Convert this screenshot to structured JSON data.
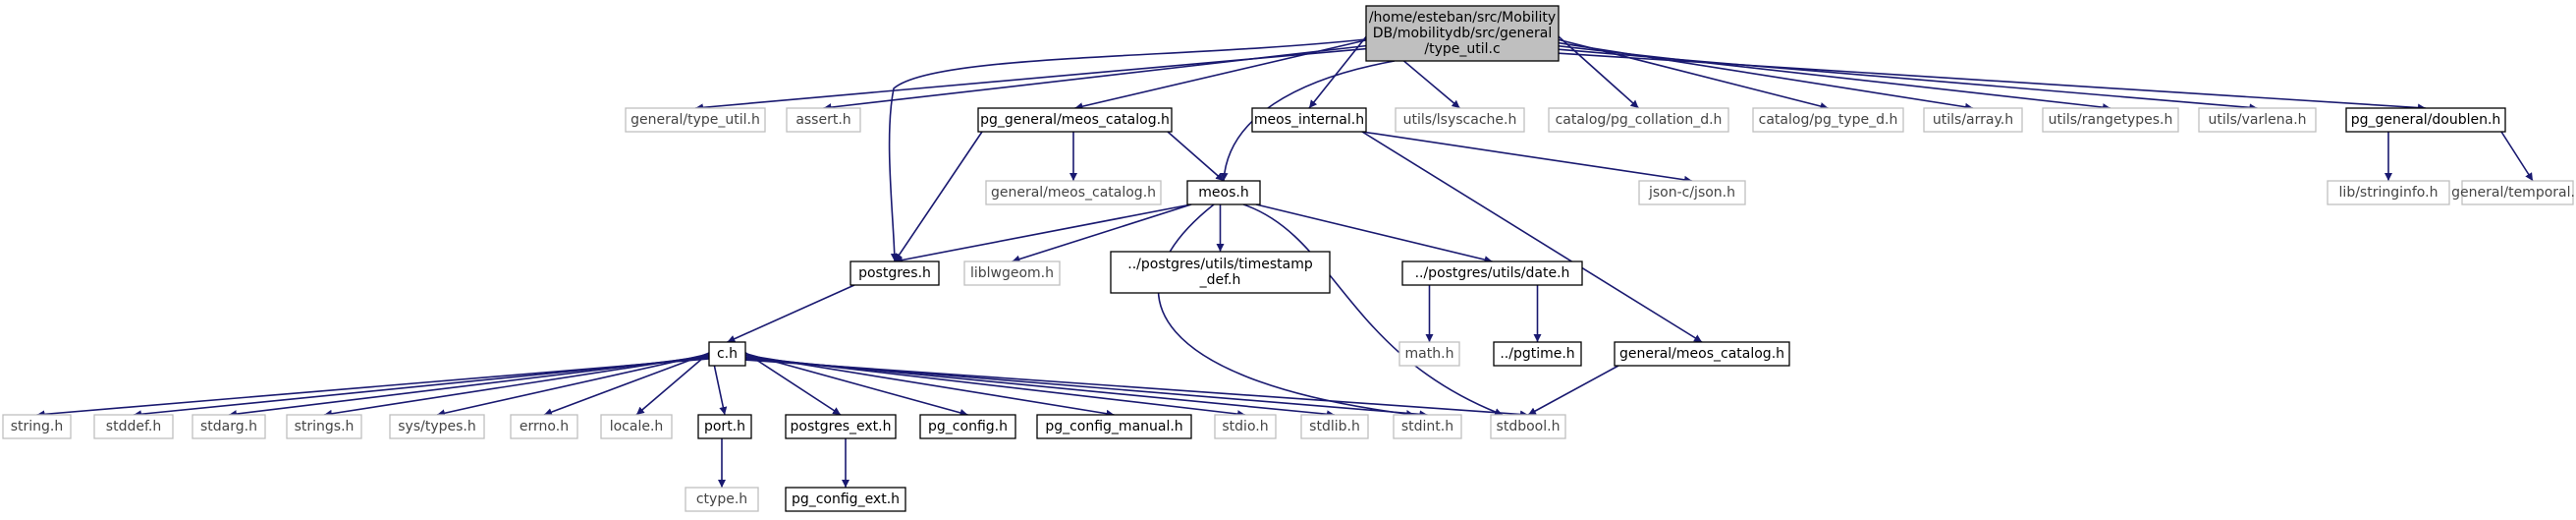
{
  "colors": {
    "edge": "#191970",
    "root_fill": "#bfbfbf",
    "root_border": "#000000",
    "file_border": "#000000",
    "external_border": "#bfbfbf",
    "node_fill": "#ffffff"
  },
  "graph": {
    "nodes": [
      {
        "id": "root",
        "lines": [
          "/home/esteban/src/Mobility",
          "DB/mobilitydb/src/general",
          "/type_util.c"
        ],
        "kind": "root"
      },
      {
        "id": "general_type_util_h",
        "lines": [
          "general/type_util.h"
        ],
        "kind": "external"
      },
      {
        "id": "assert_h",
        "lines": [
          "assert.h"
        ],
        "kind": "external"
      },
      {
        "id": "pg_general_meos_catalog_h",
        "lines": [
          "pg_general/meos_catalog.h"
        ],
        "kind": "file"
      },
      {
        "id": "meos_internal_h",
        "lines": [
          "meos_internal.h"
        ],
        "kind": "file"
      },
      {
        "id": "utils_lsyscache_h",
        "lines": [
          "utils/lsyscache.h"
        ],
        "kind": "external"
      },
      {
        "id": "catalog_pg_collation_d_h",
        "lines": [
          "catalog/pg_collation_d.h"
        ],
        "kind": "external"
      },
      {
        "id": "catalog_pg_type_d_h",
        "lines": [
          "catalog/pg_type_d.h"
        ],
        "kind": "external"
      },
      {
        "id": "utils_array_h",
        "lines": [
          "utils/array.h"
        ],
        "kind": "external"
      },
      {
        "id": "utils_rangetypes_h",
        "lines": [
          "utils/rangetypes.h"
        ],
        "kind": "external"
      },
      {
        "id": "utils_varlena_h",
        "lines": [
          "utils/varlena.h"
        ],
        "kind": "external"
      },
      {
        "id": "pg_general_doublen_h",
        "lines": [
          "pg_general/doublen.h"
        ],
        "kind": "file"
      },
      {
        "id": "general_meos_catalog_h_ext",
        "lines": [
          "general/meos_catalog.h"
        ],
        "kind": "external"
      },
      {
        "id": "meos_h",
        "lines": [
          "meos.h"
        ],
        "kind": "file"
      },
      {
        "id": "json_c_json_h",
        "lines": [
          "json-c/json.h"
        ],
        "kind": "external"
      },
      {
        "id": "lib_stringinfo_h",
        "lines": [
          "lib/stringinfo.h"
        ],
        "kind": "external"
      },
      {
        "id": "general_temporal_h",
        "lines": [
          "general/temporal.h"
        ],
        "kind": "external"
      },
      {
        "id": "postgres_h",
        "lines": [
          "postgres.h"
        ],
        "kind": "file"
      },
      {
        "id": "liblwgeom_h",
        "lines": [
          "liblwgeom.h"
        ],
        "kind": "external"
      },
      {
        "id": "postgres_utils_timestamp_def_h",
        "lines": [
          "../postgres/utils/timestamp",
          "_def.h"
        ],
        "kind": "file"
      },
      {
        "id": "postgres_utils_date_h",
        "lines": [
          "../postgres/utils/date.h"
        ],
        "kind": "file"
      },
      {
        "id": "math_h",
        "lines": [
          "math.h"
        ],
        "kind": "external"
      },
      {
        "id": "pgtime_h",
        "lines": [
          "../pgtime.h"
        ],
        "kind": "file"
      },
      {
        "id": "general_meos_catalog_h",
        "lines": [
          "general/meos_catalog.h"
        ],
        "kind": "file"
      },
      {
        "id": "c_h",
        "lines": [
          "c.h"
        ],
        "kind": "file"
      },
      {
        "id": "string_h",
        "lines": [
          "string.h"
        ],
        "kind": "external"
      },
      {
        "id": "stddef_h",
        "lines": [
          "stddef.h"
        ],
        "kind": "external"
      },
      {
        "id": "stdarg_h",
        "lines": [
          "stdarg.h"
        ],
        "kind": "external"
      },
      {
        "id": "strings_h",
        "lines": [
          "strings.h"
        ],
        "kind": "external"
      },
      {
        "id": "sys_types_h",
        "lines": [
          "sys/types.h"
        ],
        "kind": "external"
      },
      {
        "id": "errno_h",
        "lines": [
          "errno.h"
        ],
        "kind": "external"
      },
      {
        "id": "locale_h",
        "lines": [
          "locale.h"
        ],
        "kind": "external"
      },
      {
        "id": "port_h",
        "lines": [
          "port.h"
        ],
        "kind": "file"
      },
      {
        "id": "postgres_ext_h",
        "lines": [
          "postgres_ext.h"
        ],
        "kind": "file"
      },
      {
        "id": "pg_config_h",
        "lines": [
          "pg_config.h"
        ],
        "kind": "file"
      },
      {
        "id": "pg_config_manual_h",
        "lines": [
          "pg_config_manual.h"
        ],
        "kind": "file"
      },
      {
        "id": "stdio_h",
        "lines": [
          "stdio.h"
        ],
        "kind": "external"
      },
      {
        "id": "stdlib_h",
        "lines": [
          "stdlib.h"
        ],
        "kind": "external"
      },
      {
        "id": "stdint_h",
        "lines": [
          "stdint.h"
        ],
        "kind": "external"
      },
      {
        "id": "stdbool_h",
        "lines": [
          "stdbool.h"
        ],
        "kind": "external"
      },
      {
        "id": "ctype_h",
        "lines": [
          "ctype.h"
        ],
        "kind": "external"
      },
      {
        "id": "pg_config_ext_h",
        "lines": [
          "pg_config_ext.h"
        ],
        "kind": "file"
      }
    ],
    "edges": [
      [
        "root",
        "general_type_util_h"
      ],
      [
        "root",
        "assert_h"
      ],
      [
        "root",
        "postgres_h"
      ],
      [
        "root",
        "pg_general_meos_catalog_h"
      ],
      [
        "root",
        "meos_h"
      ],
      [
        "root",
        "meos_internal_h"
      ],
      [
        "root",
        "utils_lsyscache_h"
      ],
      [
        "root",
        "catalog_pg_collation_d_h"
      ],
      [
        "root",
        "catalog_pg_type_d_h"
      ],
      [
        "root",
        "utils_array_h"
      ],
      [
        "root",
        "utils_rangetypes_h"
      ],
      [
        "root",
        "utils_varlena_h"
      ],
      [
        "root",
        "pg_general_doublen_h"
      ],
      [
        "pg_general_meos_catalog_h",
        "postgres_h"
      ],
      [
        "pg_general_meos_catalog_h",
        "general_meos_catalog_h_ext"
      ],
      [
        "pg_general_meos_catalog_h",
        "meos_h"
      ],
      [
        "meos_internal_h",
        "json_c_json_h"
      ],
      [
        "meos_internal_h",
        "general_meos_catalog_h"
      ],
      [
        "pg_general_doublen_h",
        "lib_stringinfo_h"
      ],
      [
        "pg_general_doublen_h",
        "general_temporal_h"
      ],
      [
        "meos_h",
        "postgres_h"
      ],
      [
        "meos_h",
        "liblwgeom_h"
      ],
      [
        "meos_h",
        "postgres_utils_timestamp_def_h"
      ],
      [
        "meos_h",
        "postgres_utils_date_h"
      ],
      [
        "meos_h",
        "stdint_h"
      ],
      [
        "meos_h",
        "stdbool_h"
      ],
      [
        "postgres_h",
        "c_h"
      ],
      [
        "postgres_utils_date_h",
        "math_h"
      ],
      [
        "postgres_utils_date_h",
        "pgtime_h"
      ],
      [
        "general_meos_catalog_h",
        "stdbool_h"
      ],
      [
        "c_h",
        "string_h"
      ],
      [
        "c_h",
        "stddef_h"
      ],
      [
        "c_h",
        "stdarg_h"
      ],
      [
        "c_h",
        "strings_h"
      ],
      [
        "c_h",
        "sys_types_h"
      ],
      [
        "c_h",
        "errno_h"
      ],
      [
        "c_h",
        "locale_h"
      ],
      [
        "c_h",
        "port_h"
      ],
      [
        "c_h",
        "postgres_ext_h"
      ],
      [
        "c_h",
        "pg_config_h"
      ],
      [
        "c_h",
        "pg_config_manual_h"
      ],
      [
        "c_h",
        "stdio_h"
      ],
      [
        "c_h",
        "stdlib_h"
      ],
      [
        "c_h",
        "stdint_h"
      ],
      [
        "c_h",
        "stdbool_h"
      ],
      [
        "port_h",
        "ctype_h"
      ],
      [
        "postgres_ext_h",
        "pg_config_ext_h"
      ]
    ]
  }
}
